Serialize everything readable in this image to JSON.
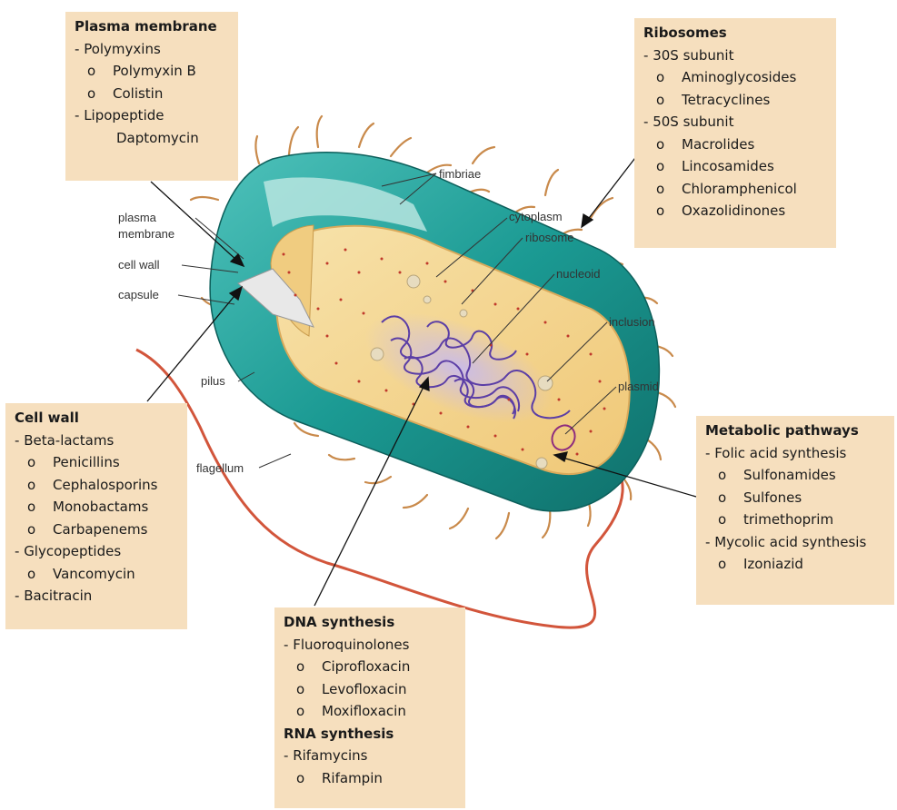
{
  "boxes": {
    "plasma_membrane": {
      "title": "Plasma membrane",
      "items": [
        {
          "level": 1,
          "text": "Polymyxins"
        },
        {
          "level": 2,
          "text": "Polymyxin B"
        },
        {
          "level": 2,
          "text": "Colistin"
        },
        {
          "level": 1,
          "text": "Lipopeptide"
        },
        {
          "level": 3,
          "text": "Daptomycin"
        }
      ]
    },
    "ribosomes": {
      "title": "Ribosomes",
      "items": [
        {
          "level": 1,
          "text": "30S subunit"
        },
        {
          "level": 2,
          "text": "Aminoglycosides"
        },
        {
          "level": 2,
          "text": "Tetracyclines"
        },
        {
          "level": 1,
          "text": "50S subunit"
        },
        {
          "level": 2,
          "text": "Macrolides"
        },
        {
          "level": 2,
          "text": "Lincosamides"
        },
        {
          "level": 2,
          "text": "Chloramphenicol"
        },
        {
          "level": 2,
          "text": "Oxazolidinones"
        }
      ]
    },
    "cell_wall": {
      "title": "Cell wall",
      "items": [
        {
          "level": 1,
          "text": "Beta-lactams"
        },
        {
          "level": 2,
          "text": "Penicillins"
        },
        {
          "level": 2,
          "text": "Cephalosporins"
        },
        {
          "level": 2,
          "text": "Monobactams"
        },
        {
          "level": 2,
          "text": "Carbapenems"
        },
        {
          "level": 1,
          "text": "Glycopeptides"
        },
        {
          "level": 2,
          "text": "Vancomycin"
        },
        {
          "level": 1,
          "text": "Bacitracin"
        }
      ]
    },
    "metabolic": {
      "title": "Metabolic pathways",
      "items": [
        {
          "level": 1,
          "text": "Folic acid synthesis"
        },
        {
          "level": 2,
          "text": "Sulfonamides"
        },
        {
          "level": 2,
          "text": "Sulfones"
        },
        {
          "level": 2,
          "text": "trimethoprim"
        },
        {
          "level": 1,
          "text": "Mycolic acid synthesis"
        },
        {
          "level": 2,
          "text": "Izoniazid"
        }
      ]
    },
    "dna_rna": {
      "title": "DNA synthesis",
      "items": [
        {
          "level": 1,
          "text": "Fluoroquinolones"
        },
        {
          "level": 2,
          "text": "Ciprofloxacin"
        },
        {
          "level": 2,
          "text": "Levofloxacin"
        },
        {
          "level": 2,
          "text": "Moxifloxacin"
        },
        {
          "level": 0,
          "text": "RNA synthesis"
        },
        {
          "level": 1,
          "text": "Rifamycins"
        },
        {
          "level": 2,
          "text": "Rifampin"
        }
      ]
    }
  },
  "labels": {
    "fimbriae": "fimbriae",
    "cytoplasm": "cytoplasm",
    "ribosome": "ribosome",
    "plasma_membrane": "plasma\nmembrane",
    "cell_wall": "cell wall",
    "capsule": "capsule",
    "nucleoid": "nucleoid",
    "inclusion": "inclusion",
    "pilus": "pilus",
    "plasmid": "plasmid",
    "flagellum": "flagellum"
  },
  "colors": {
    "box_fill": "#f6dfbe",
    "capsule_teal": "#1b9a93",
    "cytoplasm_fill": "#f3d48e",
    "nucleoid_purple": "#5b3ea6",
    "ribosome_red": "#c0392b",
    "flagellum_red": "#d2553b",
    "pili_tan": "#c98a4b"
  }
}
